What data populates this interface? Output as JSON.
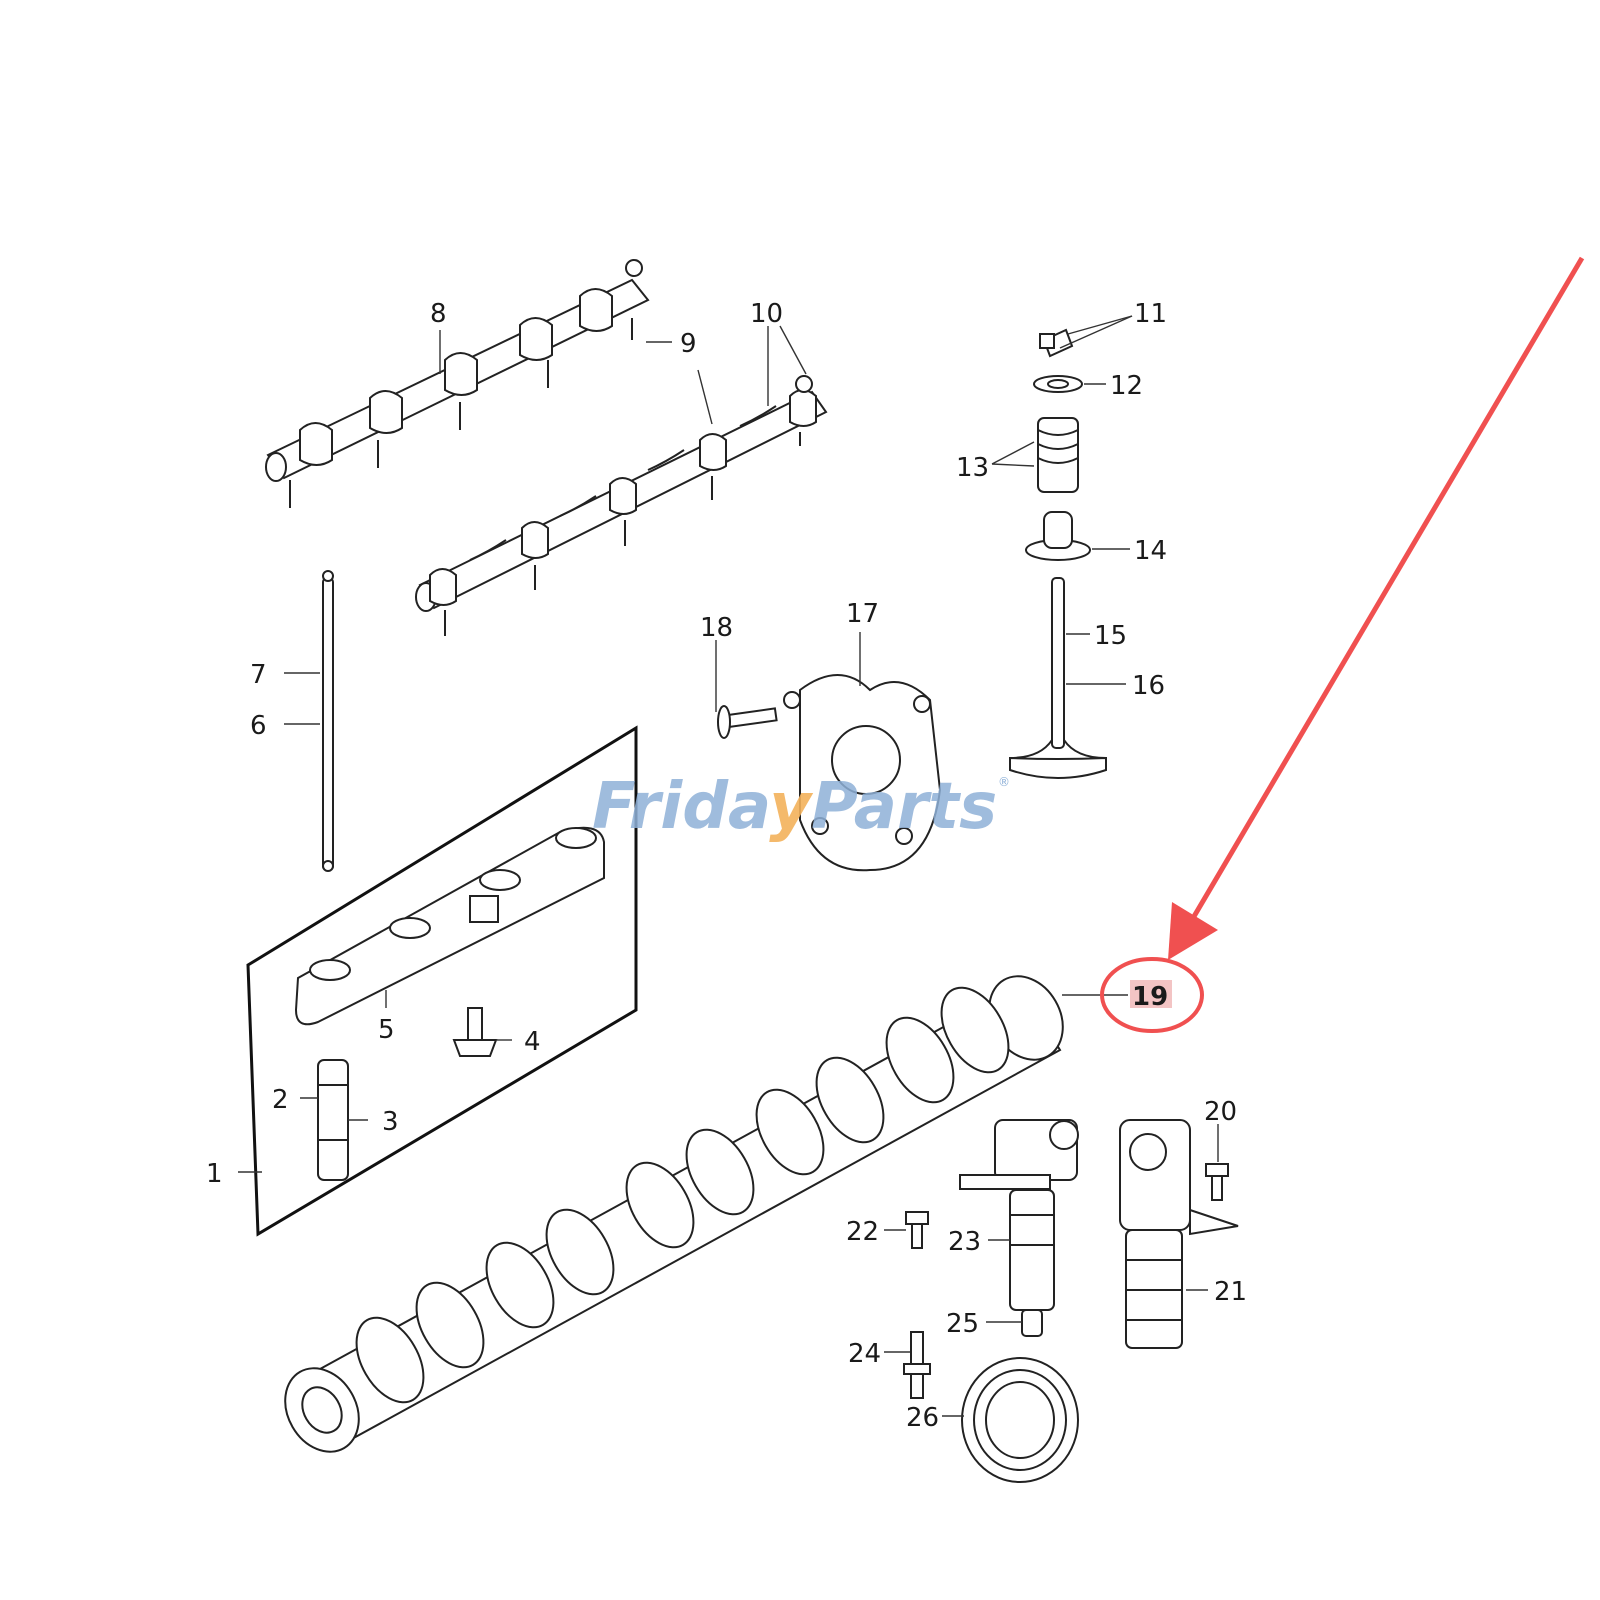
{
  "diagram": {
    "callouts": [
      {
        "id": "1",
        "label": "1"
      },
      {
        "id": "2",
        "label": "2"
      },
      {
        "id": "3",
        "label": "3"
      },
      {
        "id": "4",
        "label": "4"
      },
      {
        "id": "5",
        "label": "5"
      },
      {
        "id": "6",
        "label": "6"
      },
      {
        "id": "7",
        "label": "7"
      },
      {
        "id": "8",
        "label": "8"
      },
      {
        "id": "9",
        "label": "9"
      },
      {
        "id": "10",
        "label": "10"
      },
      {
        "id": "11",
        "label": "11"
      },
      {
        "id": "12",
        "label": "12"
      },
      {
        "id": "13",
        "label": "13"
      },
      {
        "id": "14",
        "label": "14"
      },
      {
        "id": "15",
        "label": "15"
      },
      {
        "id": "16",
        "label": "16"
      },
      {
        "id": "17",
        "label": "17"
      },
      {
        "id": "18",
        "label": "18"
      },
      {
        "id": "19",
        "label": "19"
      },
      {
        "id": "20",
        "label": "20"
      },
      {
        "id": "21",
        "label": "21"
      },
      {
        "id": "22",
        "label": "22"
      },
      {
        "id": "23",
        "label": "23"
      },
      {
        "id": "24",
        "label": "24"
      },
      {
        "id": "25",
        "label": "25"
      },
      {
        "id": "26",
        "label": "26"
      }
    ],
    "highlighted_callout": "19"
  },
  "watermark": {
    "text_before": "Frida",
    "text_accent": "y",
    "text_after": "Parts",
    "registered_mark": "®",
    "color_main": "#8fb1d8",
    "color_accent": "#f3b25c"
  },
  "annotation": {
    "arrow_color": "#f05050",
    "highlight_circle_color": "#f05050",
    "highlight_fill": "#f3c4c4"
  }
}
